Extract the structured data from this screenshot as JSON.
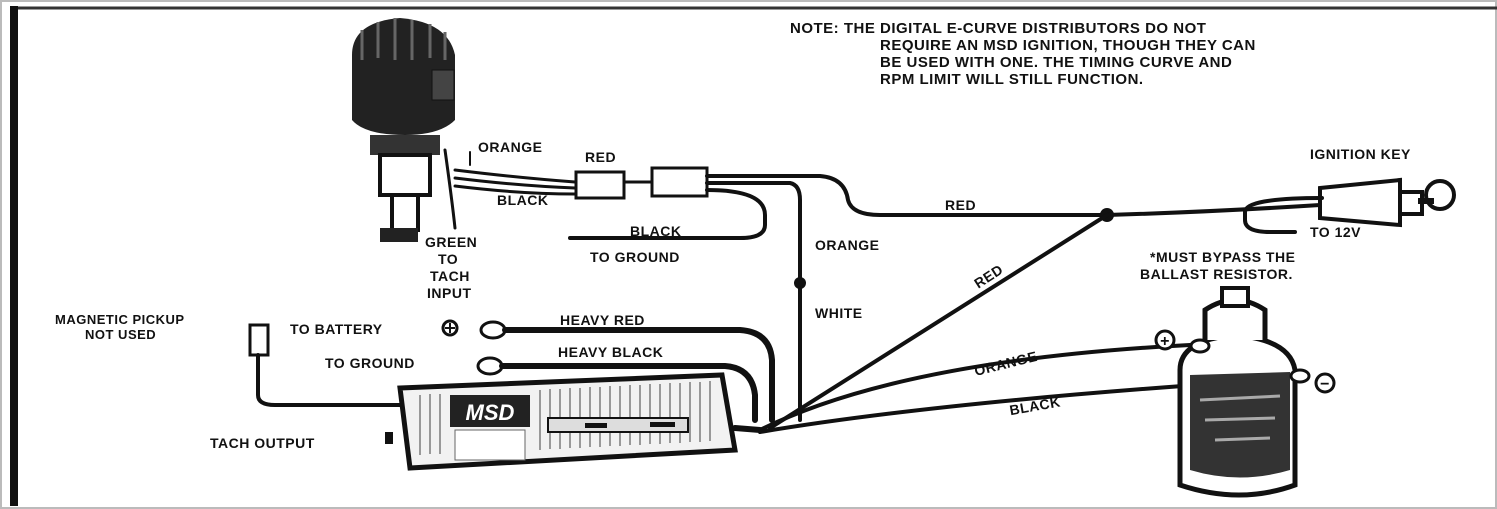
{
  "note": {
    "line1": "NOTE:  THE DIGITAL E-CURVE DISTRIBUTORS DO NOT",
    "line2": "REQUIRE AN MSD IGNITION, THOUGH THEY CAN",
    "line3": "BE USED WITH ONE. THE TIMING CURVE AND",
    "line4": "RPM LIMIT WILL STILL FUNCTION."
  },
  "labels": {
    "orange_top": "ORANGE",
    "red_top": "RED",
    "black_top": "BLACK",
    "black_ground": "BLACK",
    "to_ground_top": "TO GROUND",
    "green": "GREEN",
    "to": "TO",
    "tach": "TACH",
    "input": "INPUT",
    "orange_mid": "ORANGE",
    "white": "WHITE",
    "red_long": "RED",
    "red_diag": "RED",
    "ignition_key": "IGNITION KEY",
    "to_12v": "TO 12V",
    "bypass1": "*MUST BYPASS THE",
    "bypass2": "BALLAST RESISTOR.",
    "mag1": "MAGNETIC PICKUP",
    "mag2": "NOT USED",
    "to_battery": "TO BATTERY",
    "heavy_red": "HEAVY RED",
    "to_ground": "TO GROUND",
    "heavy_black": "HEAVY BLACK",
    "tach_output": "TACH OUTPUT",
    "orange_coil": "ORANGE",
    "black_coil": "BLACK",
    "plus": "+",
    "minus": "−",
    "msd_logo": "MSD"
  }
}
